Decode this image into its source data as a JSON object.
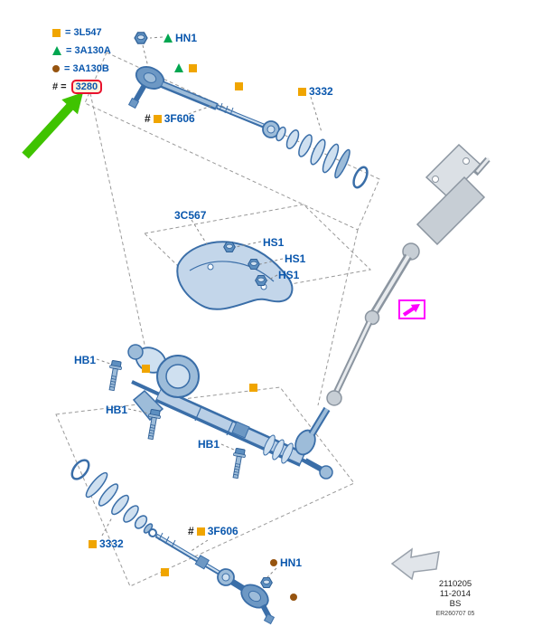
{
  "legend": {
    "rows": [
      {
        "marker": "square-yellow-icon",
        "text": "= 3L547"
      },
      {
        "marker": "triangle-green-icon",
        "text": "= 3A130A"
      },
      {
        "marker": "circle-brown-icon",
        "text": "= 3A130B"
      },
      {
        "marker": "hash",
        "hash": "# =",
        "text": "3280",
        "highlighted": true
      }
    ]
  },
  "callouts": [
    {
      "id": "hn1-top",
      "marker": "triangle",
      "text": "HN1"
    },
    {
      "id": "3f606-top",
      "hash": "#",
      "marker": "square",
      "text": "3F606"
    },
    {
      "id": "3332-top",
      "marker": "square",
      "text": "3332"
    },
    {
      "id": "3c567",
      "text": "3C567"
    },
    {
      "id": "hs1-1",
      "text": "HS1"
    },
    {
      "id": "hs1-2",
      "text": "HS1"
    },
    {
      "id": "hs1-3",
      "text": "HS1"
    },
    {
      "id": "hb1-1",
      "text": "HB1"
    },
    {
      "id": "hb1-2",
      "text": "HB1"
    },
    {
      "id": "hb1-3",
      "text": "HB1"
    },
    {
      "id": "3332-bottom",
      "marker": "square",
      "text": "3332"
    },
    {
      "id": "3f606-bottom",
      "hash": "#",
      "marker": "square",
      "text": "3F606"
    },
    {
      "id": "hn1-bottom",
      "marker": "circle",
      "text": "HN1"
    }
  ],
  "stamp": {
    "line1": "2110205",
    "line2": "11-2014",
    "line3": "BS",
    "line4": "ER260707 05"
  },
  "colors": {
    "label_blue": "#0a57ad",
    "marker_yellow": "#f0a500",
    "marker_green": "#00a650",
    "marker_brown": "#96540f",
    "highlight_red": "#e8112d",
    "link_magenta": "#ff00ff",
    "pointer_green": "#3fc300",
    "diagram_blue": "#3a6ea8",
    "diagram_gray": "#8b95a0"
  },
  "icons": {
    "link_arrow": "magenta-arrow-link",
    "nav_arrow": "gray-back-arrow",
    "pointer_arrow": "green-pointer-arrow",
    "fastener_nut": "blue-hex-nut",
    "fastener_bolt": "blue-hex-bolt"
  }
}
